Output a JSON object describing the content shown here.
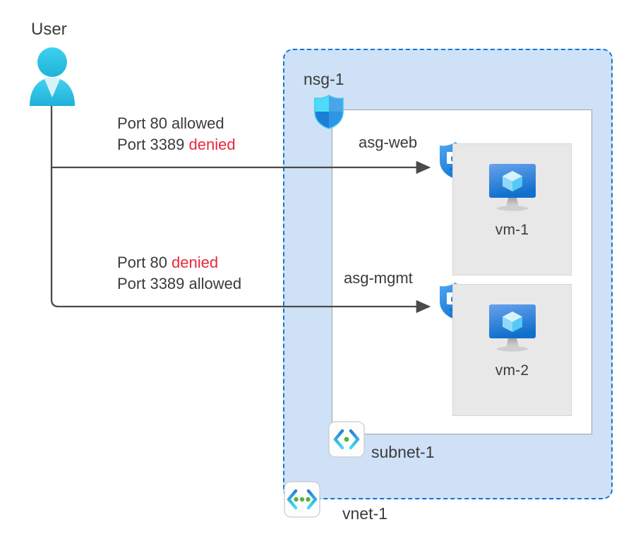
{
  "diagram": {
    "title_hidden": "",
    "actor": {
      "label": "User",
      "icon": "user-person-icon"
    },
    "rules": [
      {
        "id": "rule-web",
        "lines": [
          {
            "prefix": "Port 80 ",
            "verdict": "allowed",
            "verdict_state": "allow"
          },
          {
            "prefix": "Port 3389 ",
            "verdict": "denied",
            "verdict_state": "deny"
          }
        ],
        "target_label": "asg-web"
      },
      {
        "id": "rule-mgmt",
        "lines": [
          {
            "prefix": "Port 80 ",
            "verdict": "denied",
            "verdict_state": "deny"
          },
          {
            "prefix": "Port 3389 ",
            "verdict": "allowed",
            "verdict_state": "allow"
          }
        ],
        "target_label": "asg-mgmt"
      }
    ],
    "vnet": {
      "label": "vnet-1",
      "icon": "vnet-brackets-icon",
      "nsg": {
        "label": "nsg-1",
        "icon": "nsg-shield-icon"
      },
      "subnet": {
        "label": "subnet-1",
        "icon": "subnet-brackets-icon",
        "vms": [
          {
            "label": "vm-1",
            "icon": "virtual-machine-icon",
            "asg_label": "asg-web",
            "asg_icon": "asg-shield-icon"
          },
          {
            "label": "vm-2",
            "icon": "virtual-machine-icon",
            "asg_label": "asg-mgmt",
            "asg_icon": "asg-shield-icon"
          }
        ]
      }
    },
    "colors": {
      "vnet_fill": "#cfe1f7",
      "vnet_border": "#1078d0",
      "subnet_fill": "#ffffff",
      "subnet_border": "#9aa2ab",
      "vm_card_fill": "#e8e8e8",
      "text": "#3b3b3b",
      "deny_text": "#e8283c",
      "connector": "#4a4a4a",
      "user_icon": "#31c4e8",
      "azure_blue": "#1b93e8"
    }
  }
}
